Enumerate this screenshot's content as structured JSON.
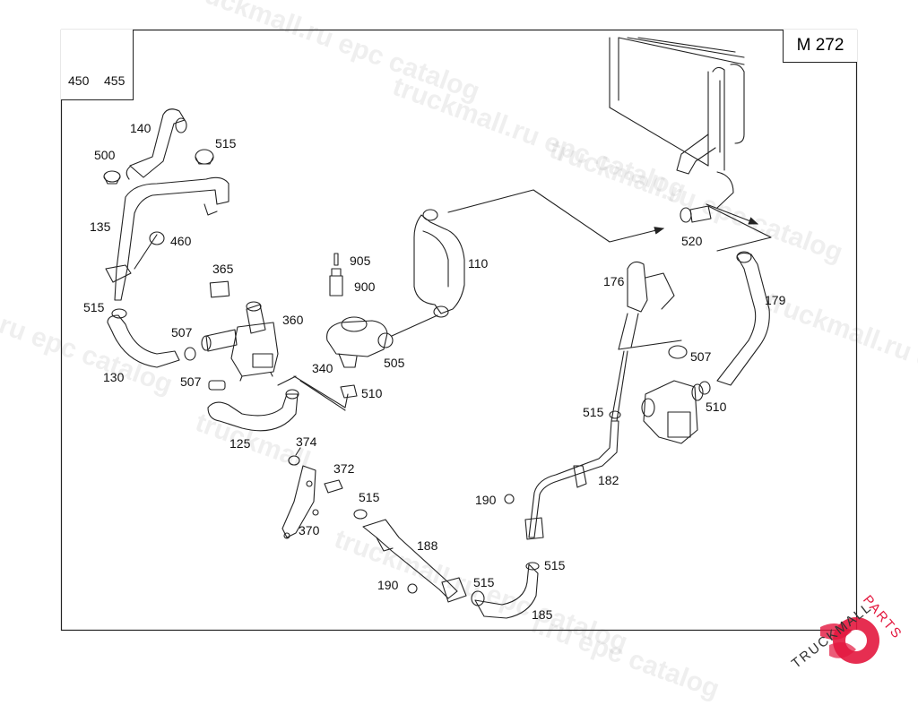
{
  "model": "M 272",
  "watermarks": [
    "truckmall.ru epc catalog",
    "truckmall.ru epc catalog",
    "truckmall.ru epc catalog",
    "l.ru epc catalog",
    "truckmall.ru e",
    "truckmall",
    "truckmall.ru epc catalog",
    "l.ru epc catalog"
  ],
  "brand": {
    "part1": "TRUCKMALL",
    "part2": "PARTS",
    "accent_color": "#e3173e"
  },
  "legend": {
    "items": [
      "450",
      "455"
    ]
  },
  "callouts": [
    "140",
    "515",
    "500",
    "135",
    "460",
    "365",
    "905",
    "900",
    "110",
    "520",
    "176",
    "179",
    "515",
    "507",
    "360",
    "130",
    "507",
    "340",
    "505",
    "510",
    "507",
    "510",
    "515",
    "125",
    "374",
    "372",
    "182",
    "370",
    "515",
    "190",
    "188",
    "515",
    "190",
    "515",
    "185"
  ]
}
